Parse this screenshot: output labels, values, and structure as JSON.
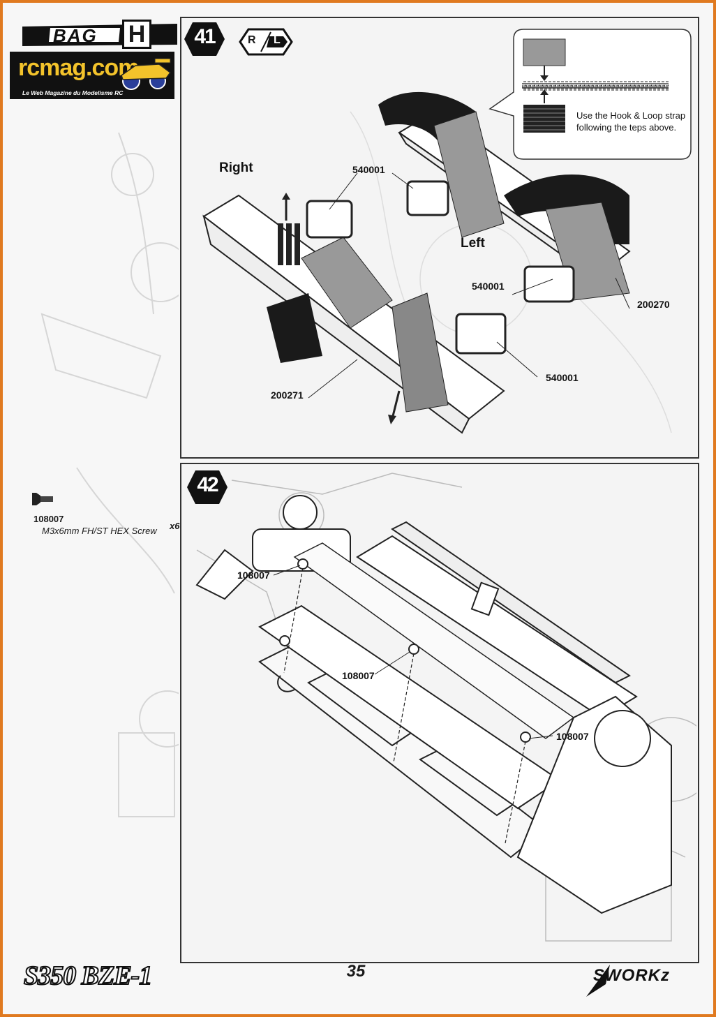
{
  "header": {
    "bag_label": "BAG",
    "bag_letter": "H",
    "site_logo": "rcmag.com",
    "site_tagline": "Le Web Magazine du Modelisme RC"
  },
  "steps": {
    "step41": {
      "number": "41",
      "side_icon_right": "R",
      "side_icon_left": "L",
      "label_right": "Right",
      "label_left": "Left",
      "callout_note": "Use the Hook & Loop strap following the teps above.",
      "parts": {
        "strap_top": "540001",
        "strap_mid": "540001",
        "strap_front": "540001",
        "holder_left": "200270",
        "holder_right": "200271"
      }
    },
    "step42": {
      "number": "42",
      "screw_labels": [
        "108007",
        "108007",
        "108007"
      ]
    }
  },
  "hardware": {
    "code": "108007",
    "name": "M3x6mm FH/ST HEX Screw",
    "qty": "x6"
  },
  "footer": {
    "page_number": "35",
    "model_name": "S350 BZE-1",
    "brand": "SWORKz"
  }
}
